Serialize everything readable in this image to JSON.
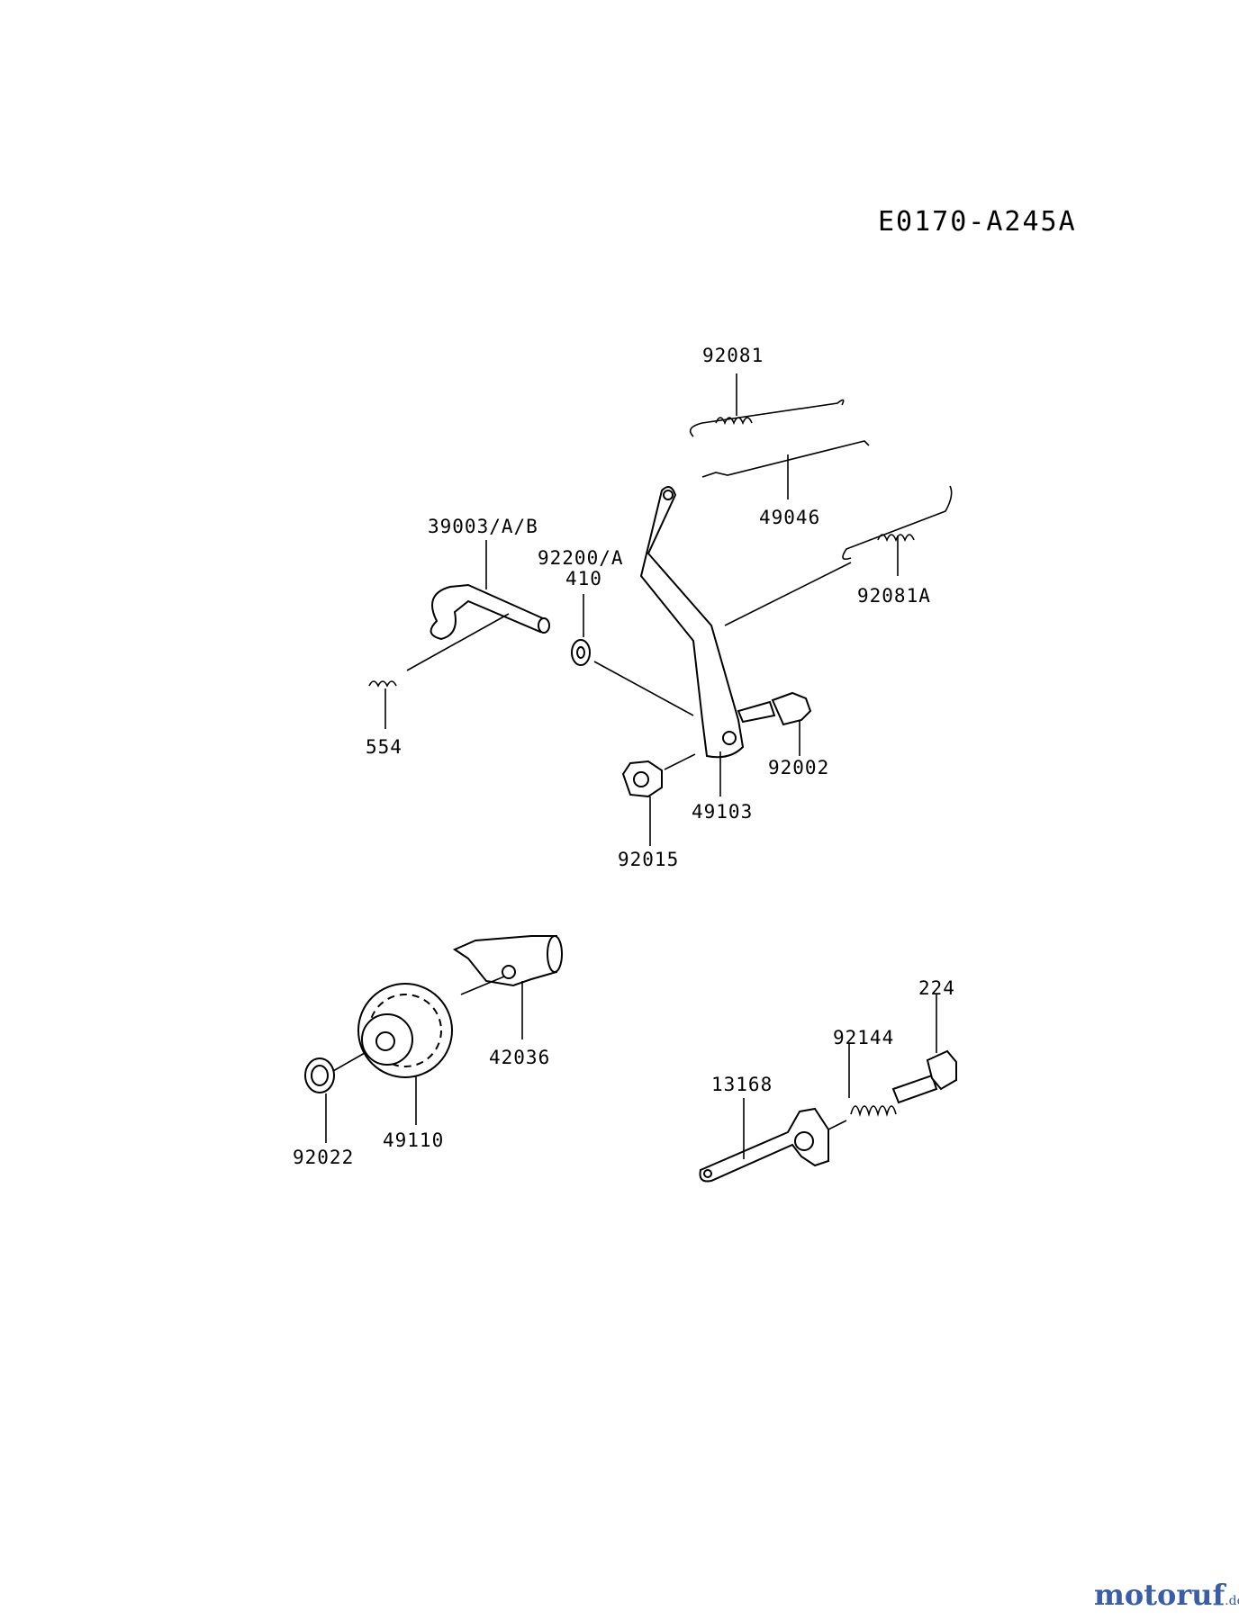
{
  "diagram_code": "E0170-A245A",
  "watermark": {
    "text": "motoruf",
    "suffix": ".de",
    "color": "#3a5da8"
  },
  "parts": [
    {
      "id": "p92081",
      "label": "92081"
    },
    {
      "id": "p49046",
      "label": "49046"
    },
    {
      "id": "p39003",
      "label": "39003/A/B"
    },
    {
      "id": "p92200",
      "label": "92200/A"
    },
    {
      "id": "p410",
      "label": "410"
    },
    {
      "id": "p92081a",
      "label": "92081A"
    },
    {
      "id": "p554",
      "label": "554"
    },
    {
      "id": "p92002",
      "label": "92002"
    },
    {
      "id": "p49103",
      "label": "49103"
    },
    {
      "id": "p92015",
      "label": "92015"
    },
    {
      "id": "p42036",
      "label": "42036"
    },
    {
      "id": "p49110",
      "label": "49110"
    },
    {
      "id": "p92022",
      "label": "92022"
    },
    {
      "id": "p224",
      "label": "224"
    },
    {
      "id": "p92144",
      "label": "92144"
    },
    {
      "id": "p13168",
      "label": "13168"
    }
  ]
}
